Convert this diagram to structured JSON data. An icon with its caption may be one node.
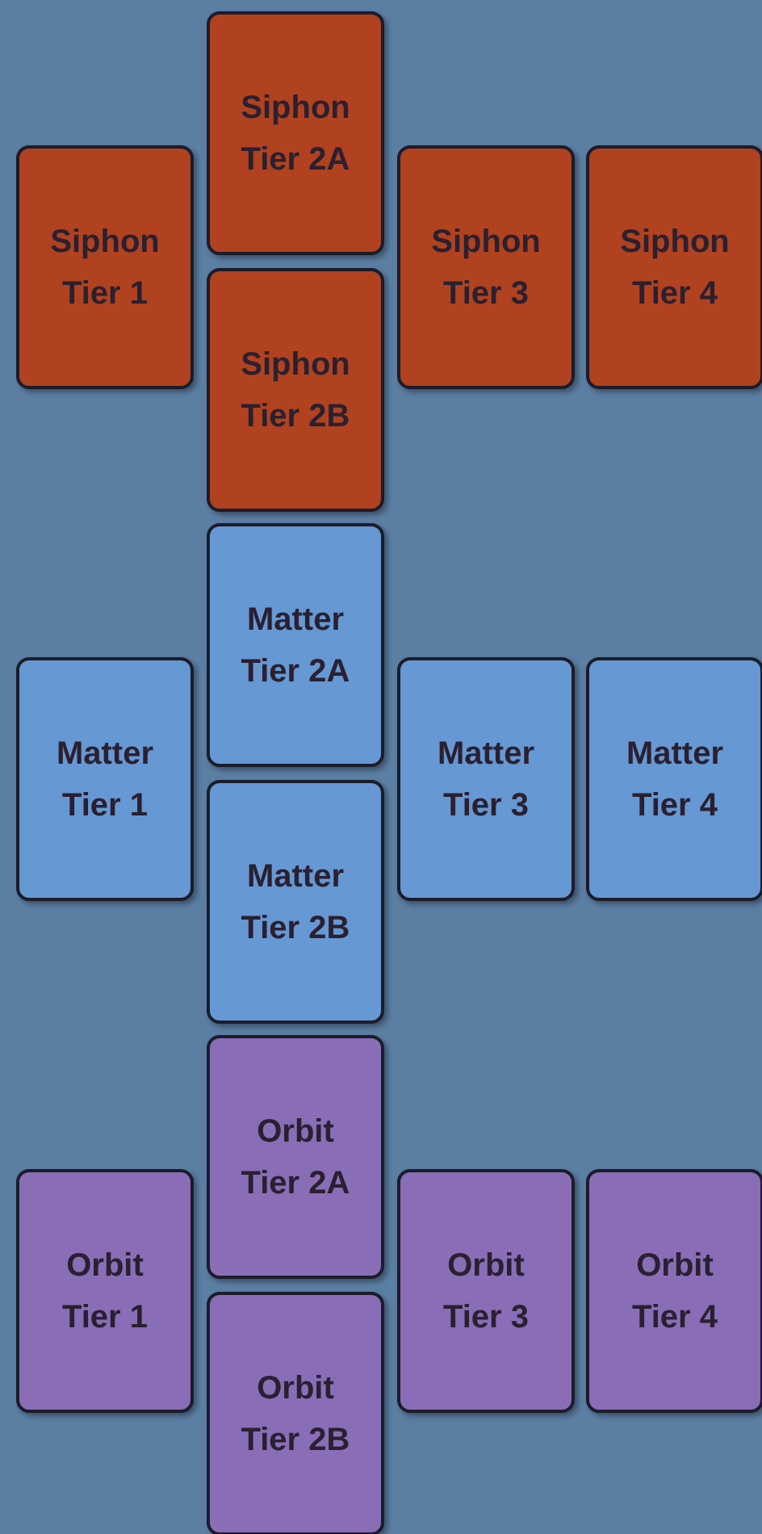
{
  "diagram": {
    "nodes": [
      {
        "text": [
          "Siphon Tier 2A"
        ]
      },
      {
        "text": [
          "Siphon Tier 1"
        ]
      },
      {
        "text": [
          "Siphon Tier 3"
        ]
      },
      {
        "text": [
          "Siphon Tier 4"
        ]
      },
      {
        "text": [
          "Siphon Tier 2B"
        ]
      },
      {
        "text": [
          "Matter Tier 2A"
        ]
      },
      {
        "text": [
          "Matter Tier 1"
        ]
      },
      {
        "text": [
          "Matter Tier 3"
        ]
      },
      {
        "text": [
          "Matter Tier 4"
        ]
      },
      {
        "text": [
          "Matter Tier 2B"
        ]
      },
      {
        "text": [
          "Orbit Tier 2A"
        ]
      },
      {
        "text": [
          "Orbit Tier 1"
        ]
      },
      {
        "text": [
          "Orbit Tier 3"
        ]
      },
      {
        "text": [
          "Orbit Tier 4"
        ]
      },
      {
        "text": [
          "Orbit Tier 2B"
        ]
      }
    ]
  }
}
